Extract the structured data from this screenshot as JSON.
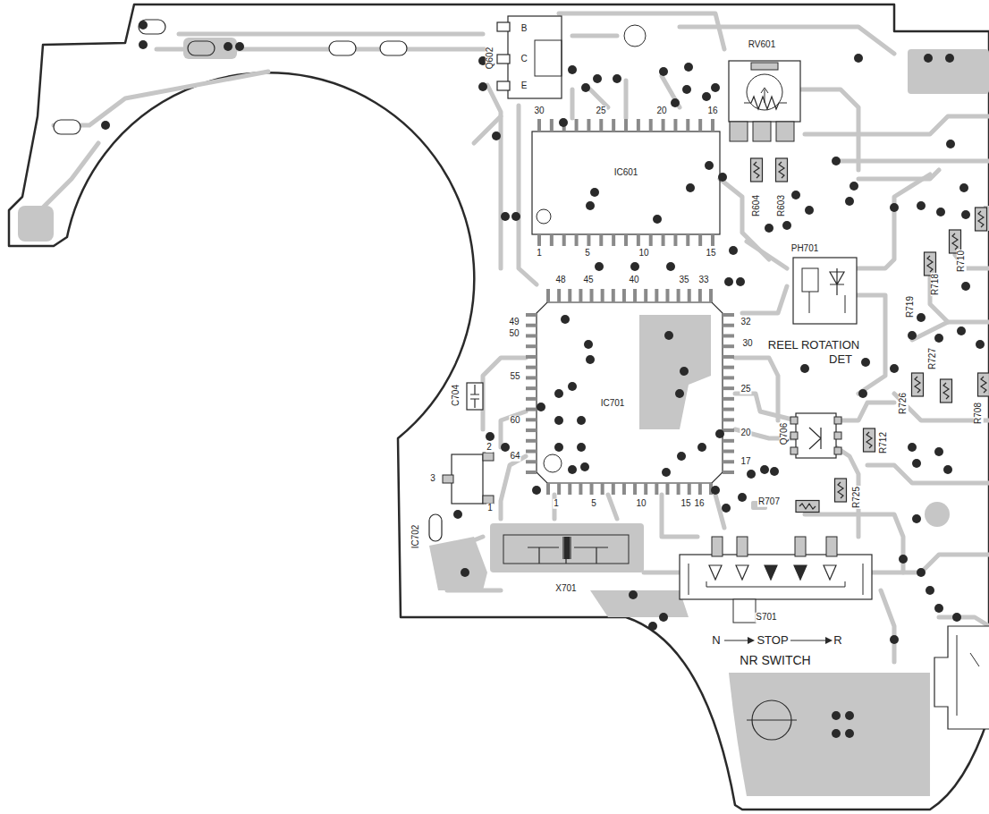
{
  "diagram": {
    "labels": [
      "B",
      "C",
      "E",
      "Q602",
      "RV601",
      "30",
      "25",
      "20",
      "16",
      "IC601",
      "R604",
      "R603",
      "1",
      "5",
      "10",
      "15",
      "PH701",
      "48",
      "45",
      "40",
      "35",
      "33",
      "49",
      "50",
      "32",
      "30",
      "REEL ROTATION",
      "DET",
      "55",
      "25",
      "IC701",
      "60",
      "20",
      "64",
      "17",
      "Q706",
      "C704",
      "3",
      "2",
      "1",
      "IC702",
      "1",
      "5",
      "10",
      "15",
      "16",
      "R707",
      "R725",
      "R712",
      "R726",
      "R727",
      "R719",
      "R718",
      "R710",
      "R708",
      "X701",
      "S701",
      "N",
      "STOP",
      "R",
      "NR SWITCH"
    ]
  }
}
